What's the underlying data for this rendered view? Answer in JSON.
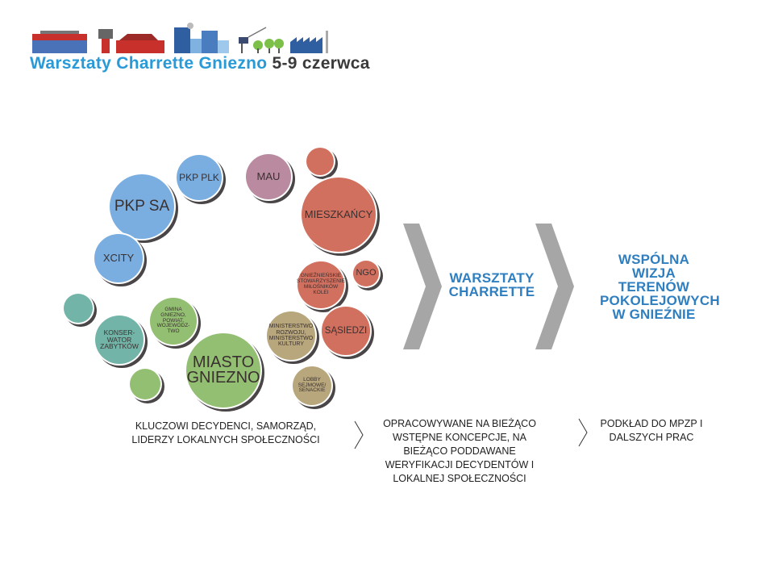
{
  "header": {
    "title_blue": "Warsztaty Charrette Gniezno",
    "title_dark": "5-9 czerwca",
    "icons": [
      "railway-hall-icon",
      "water-tower-icon",
      "station-building-icon",
      "city-blocks-icon",
      "crane-icon",
      "trees-icon",
      "factory-icon"
    ]
  },
  "colors": {
    "blue": "#7aaee0",
    "red": "#d2705f",
    "mauve": "#b98aa0",
    "tan": "#b8a77c",
    "green": "#93bf72",
    "teal": "#72b5a8",
    "chevron": "#a6a6a6",
    "accent": "#2f7fc0"
  },
  "stakeholders": {
    "pkp_sa": "PKP SA",
    "pkp_plk": "PKP PLK",
    "xcity": "XCITY",
    "mau": "MAU",
    "mieszkancy": "MIESZKAŃCY",
    "stowarzyszenie": "GNIEŹNIEŃSKIE STOWARZYSZENIE MIŁOŚNIKÓW KOLEI",
    "ngo": "NGO",
    "sasiedzi": "SĄSIEDZI",
    "ministerstwo": "MINISTERSTWO ROZWOJU, MINISTERSTWO KULTURY",
    "lobby": "LOBBY SEJMOWE/ SENACKIE",
    "miasto": "MIASTO GNIEZNO",
    "gmina": "GMINA GNIEZNO, POWIAT, WOJEWÓDZ- TWO",
    "konserwator": "KONSER- WATOR ZABYTKÓW"
  },
  "stages": {
    "workshops": "WARSZTATY CHARRETTE",
    "vision": "WSPÓLNA WIZJA TERENÓW POKOLEJOWYCH W GNIEŹNIE"
  },
  "captions": {
    "stakeholders": "KLUCZOWI DECYDENCI, SAMORZĄD, LIDERZY LOKALNYCH SPOŁECZNOŚCI",
    "workshops": "OPRACOWYWANE NA BIEŻĄCO WSTĘPNE KONCEPCJE, NA BIEŻĄCO PODDAWANE WERYFIKACJI DECYDENTÓW I LOKALNEJ SPOŁECZNOŚCI",
    "vision": "PODKŁAD DO MPZP I DALSZYCH PRAC"
  }
}
